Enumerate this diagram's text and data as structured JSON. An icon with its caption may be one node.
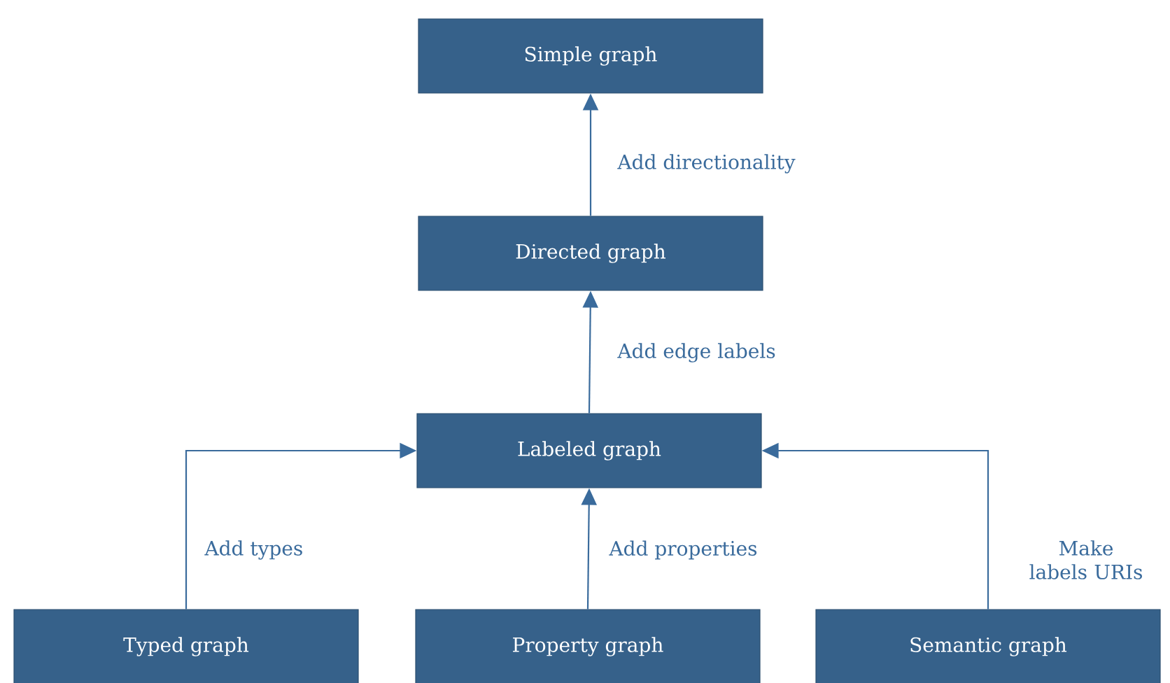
{
  "diagram": {
    "nodes": [
      {
        "text": [
          "Simple graph"
        ]
      },
      {
        "text": [
          "Directed graph"
        ]
      },
      {
        "text": [
          "Labeled graph"
        ]
      },
      {
        "text": [
          "Typed graph"
        ]
      },
      {
        "text": [
          "Property graph"
        ]
      },
      {
        "text": [
          "Semantic graph"
        ]
      }
    ],
    "edges": [
      {
        "from": 1,
        "to": 0,
        "arrow": "to",
        "label": "Add directionality"
      },
      {
        "from": 2,
        "to": 1,
        "arrow": "to",
        "label": "Add edge labels"
      },
      {
        "from": 3,
        "to": 2,
        "arrow": "to",
        "label": "Add types"
      },
      {
        "from": 4,
        "to": 2,
        "arrow": "to",
        "label": "Add properties"
      },
      {
        "from": 5,
        "to": 2,
        "arrow": "to",
        "label": "Make labels URIs"
      }
    ]
  }
}
